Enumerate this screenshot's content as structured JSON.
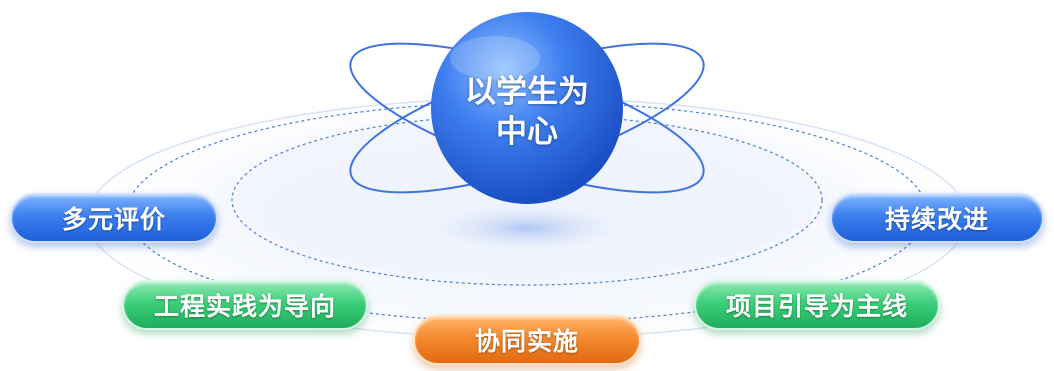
{
  "center": {
    "line1": "以学生为",
    "line2": "中心"
  },
  "nodes": {
    "multi_eval": "多元评价",
    "continuous_improve": "持续改进",
    "engineering_practice": "工程实践为导向",
    "project_guided": "项目引导为主线",
    "collab_impl": "协同实施"
  },
  "colors": {
    "blue": "#2f6fe8",
    "green": "#2cc06b",
    "orange": "#f0822a",
    "orbit": "#3f74e0"
  }
}
